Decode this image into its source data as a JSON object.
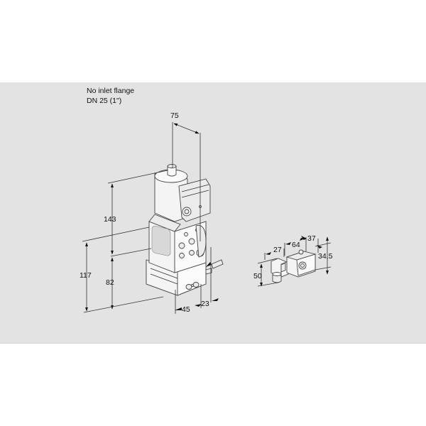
{
  "caption": {
    "line1": "No inlet flange",
    "line2": "DN 25 (1\")"
  },
  "colors": {
    "background": "#ffffff",
    "band": "#e3e3e3",
    "line": "#333333",
    "text": "#111111"
  },
  "main_valve": {
    "dimensions": {
      "width_top": "75",
      "height_upper": "143",
      "height_lower": "82",
      "height_total": "117",
      "depth_bottom": "45",
      "offset_bottom": "23"
    }
  },
  "pressure_switch": {
    "dimensions": {
      "width_a": "27",
      "width_b": "64",
      "width_c": "37",
      "height_right": "34,5",
      "height_left": "50"
    }
  }
}
